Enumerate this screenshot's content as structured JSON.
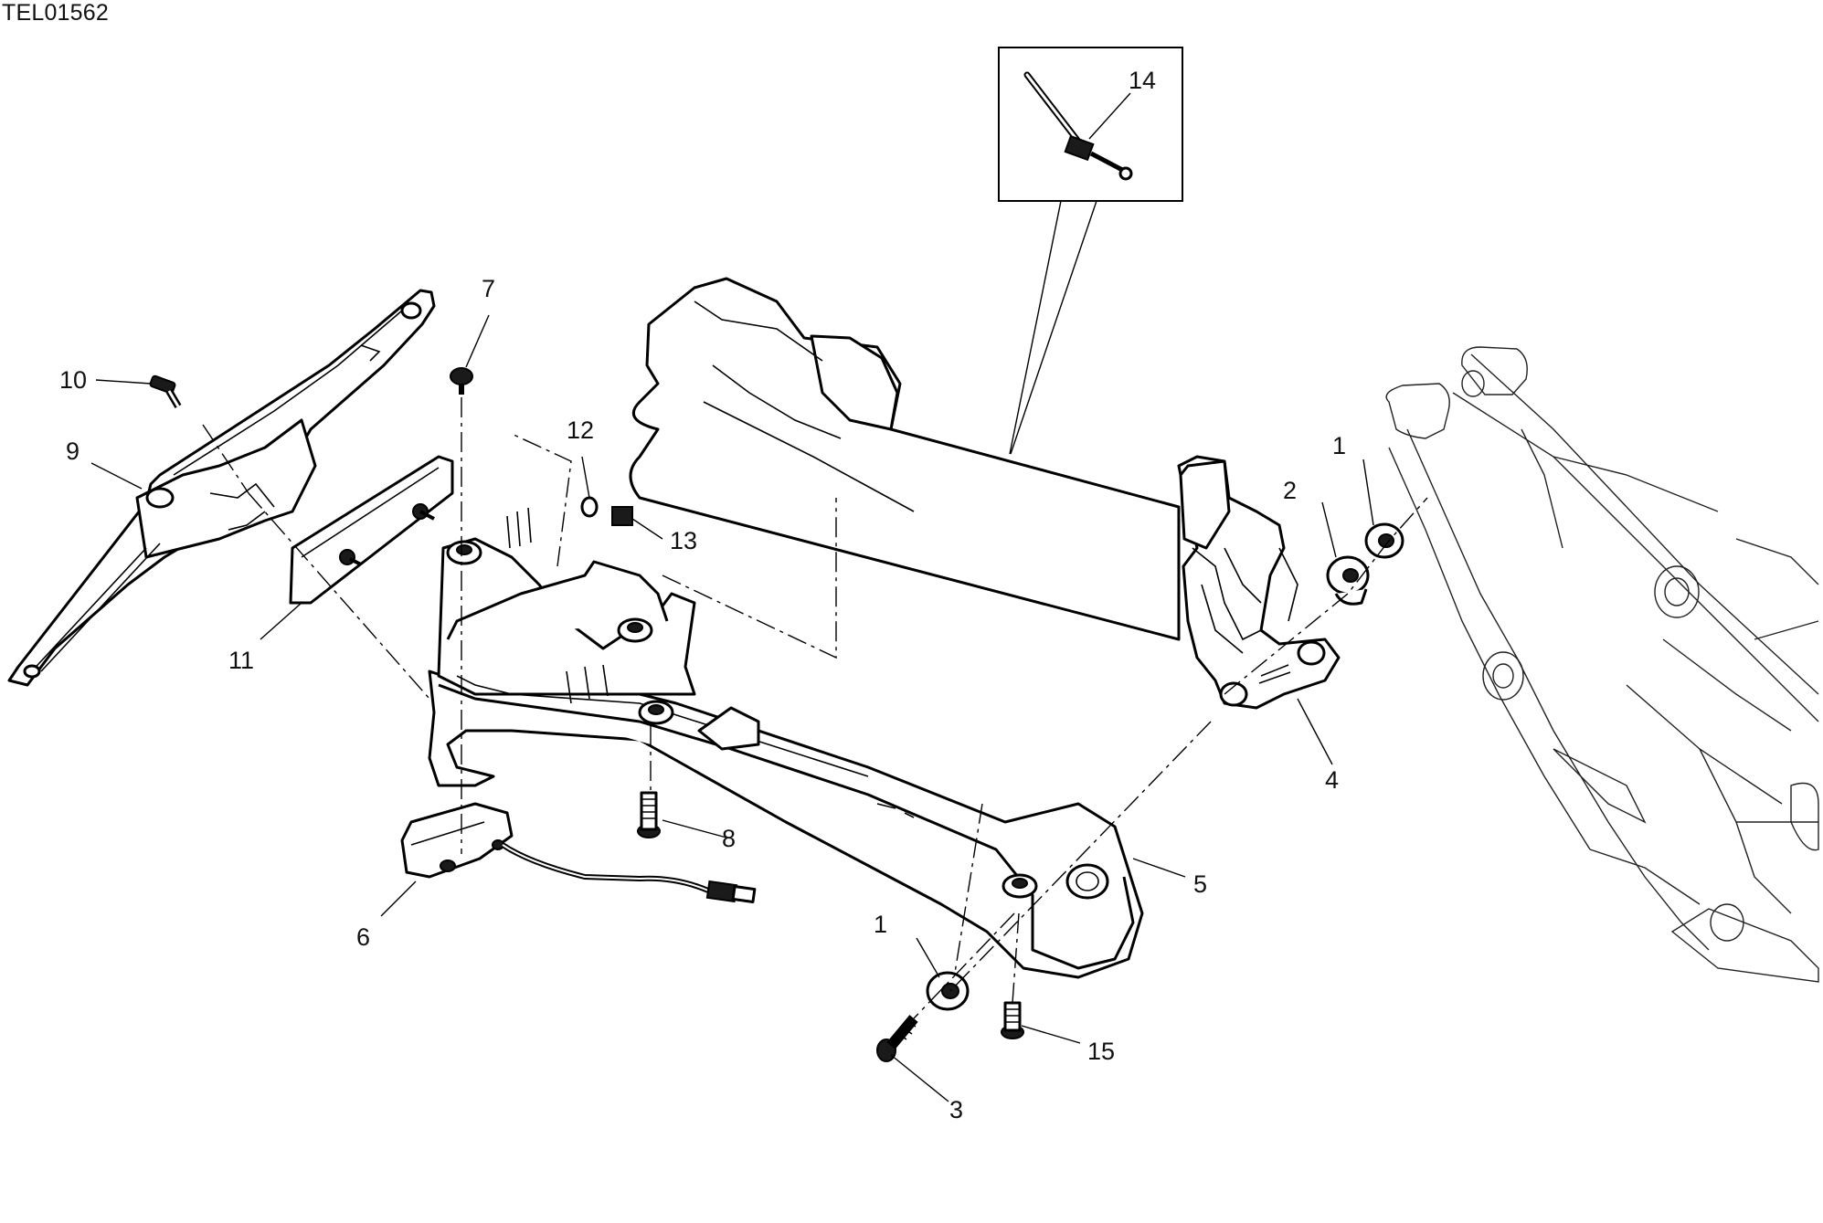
{
  "diagram": {
    "code": "TEL01562",
    "callouts": [
      "1",
      "2",
      "3",
      "4",
      "5",
      "6",
      "7",
      "8",
      "9",
      "10",
      "11",
      "12",
      "13",
      "14",
      "15"
    ]
  },
  "parts": {
    "cable_tie": "14",
    "washer": "1",
    "grommet": "2",
    "screw_lower": "3",
    "bracket": "4",
    "support_arm": "5",
    "light_unit": "6",
    "screw_top": "7",
    "screw_bottom": "8",
    "plate_holder": "9",
    "screw_left": "10",
    "reflector": "11",
    "washer_small": "12",
    "nut": "13",
    "screw_right": "15"
  },
  "colors": {
    "line": "#000000",
    "background": "#ffffff",
    "frame": "#222222"
  }
}
